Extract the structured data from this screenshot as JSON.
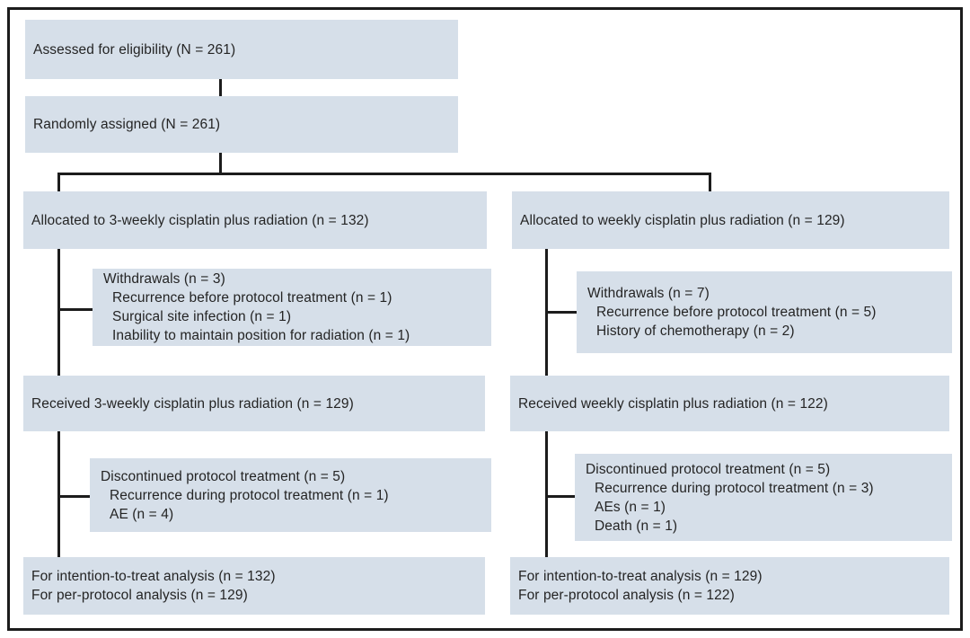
{
  "figure": {
    "kind": "consort-flow-diagram",
    "colors": {
      "box_fill": "#d6dfe9",
      "line": "#1c1c1c",
      "text": "#242424",
      "background": "#ffffff"
    },
    "enrollment": {
      "assessed": "Assessed for eligibility (N = 261)",
      "randomized": "Randomly assigned (N = 261)"
    },
    "left_arm": {
      "allocated": "Allocated to 3-weekly cisplatin plus radiation (n = 132)",
      "withdrawals": {
        "title": "Withdrawals (n = 3)",
        "items": [
          "Recurrence before protocol treatment (n = 1)",
          "Surgical site infection (n = 1)",
          "Inability to maintain position for radiation (n = 1)"
        ]
      },
      "received": "Received 3-weekly cisplatin plus radiation (n = 129)",
      "discontinued": {
        "title": "Discontinued protocol treatment (n = 5)",
        "items": [
          "Recurrence during protocol treatment (n = 1)",
          "AE (n = 4)"
        ]
      },
      "analysis": {
        "itt": "For intention-to-treat analysis (n = 132)",
        "per_protocol": "For per-protocol analysis (n = 129)"
      }
    },
    "right_arm": {
      "allocated": "Allocated to weekly cisplatin plus radiation (n = 129)",
      "withdrawals": {
        "title": "Withdrawals (n = 7)",
        "items": [
          "Recurrence before protocol treatment (n = 5)",
          "History of chemotherapy (n = 2)"
        ]
      },
      "received": "Received weekly cisplatin plus radiation (n = 122)",
      "discontinued": {
        "title": "Discontinued protocol treatment (n = 5)",
        "items": [
          "Recurrence during protocol treatment (n = 3)",
          "AEs (n = 1)",
          "Death (n = 1)"
        ]
      },
      "analysis": {
        "itt": "For intention-to-treat analysis (n = 129)",
        "per_protocol": "For per-protocol analysis (n = 122)"
      }
    }
  }
}
